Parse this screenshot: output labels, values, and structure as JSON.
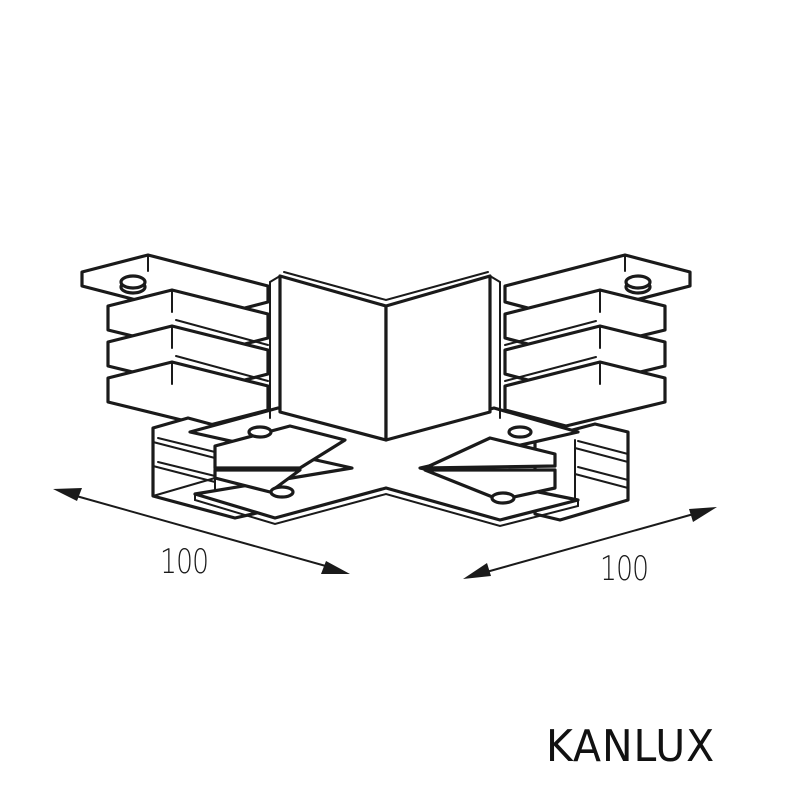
{
  "diagram": {
    "subject": "track connector, X-shaped (cross) connector, isometric line drawing",
    "stroke_color": "#1a1a1a",
    "background_color": "#ffffff"
  },
  "dimensions": {
    "left": {
      "value": "100",
      "direction": "lower-left to lower-right diagonal"
    },
    "right": {
      "value": "100",
      "direction": "lower-left to upper-right diagonal"
    }
  },
  "brand": {
    "label": "KANLUX"
  }
}
